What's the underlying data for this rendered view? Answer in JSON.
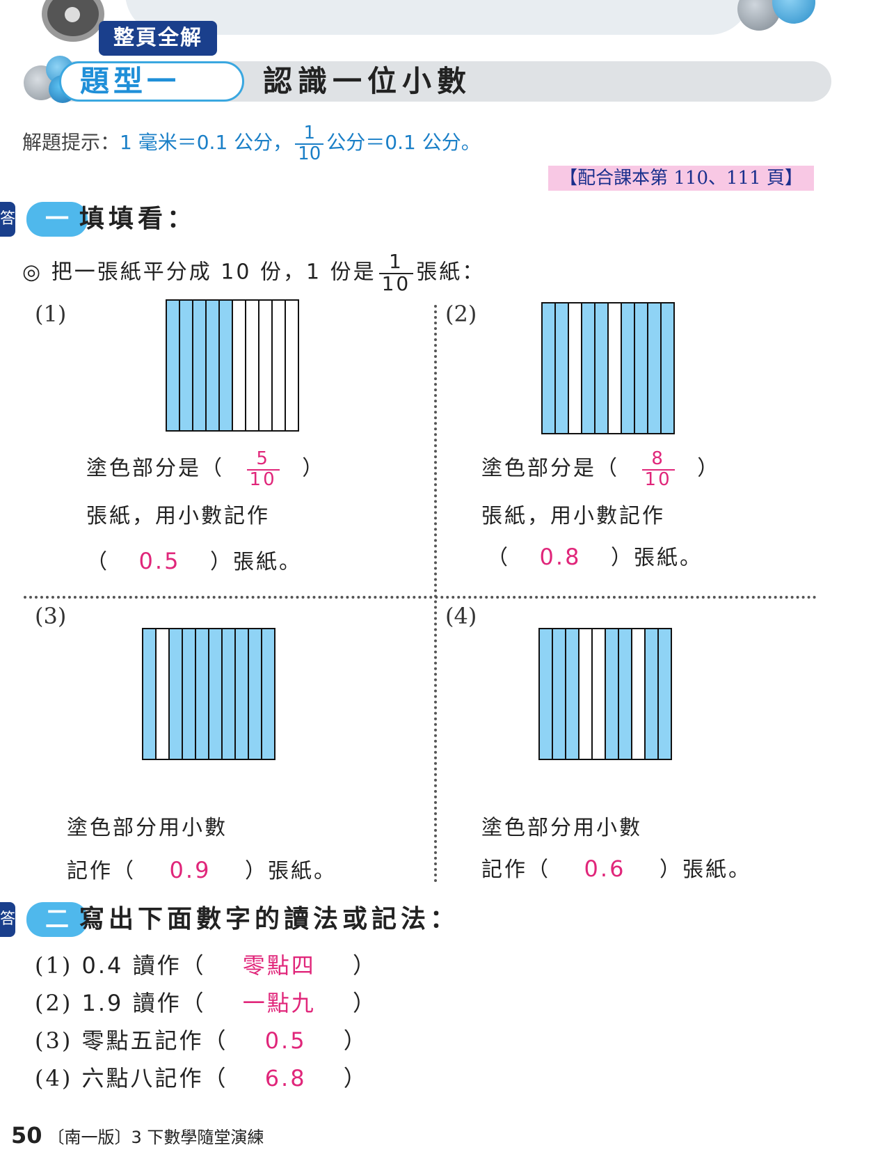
{
  "header": {
    "badge": "整頁全解",
    "topic_label": "題型一",
    "topic_title": "認識一位小數"
  },
  "hint": {
    "label": "解題提示：",
    "part1": "1 毫米＝0.1 公分，",
    "frac_n": "1",
    "frac_d": "10",
    "part2": "公分＝0.1 公分。"
  },
  "reference": "【配合課本第 110、111 頁】",
  "section1": {
    "tab": "答",
    "number": "一",
    "title": "填填看：",
    "intro_a": "◎ 把一張紙平分成 10 份，1 份是",
    "intro_frac_n": "1",
    "intro_frac_d": "10",
    "intro_b": "張紙：",
    "questions": [
      {
        "num": "(1)",
        "pattern": [
          "blue",
          "blue",
          "blue",
          "blue",
          "blue",
          "white",
          "white",
          "white",
          "white",
          "white"
        ],
        "line1": "塗色部分是（",
        "frac_n": "5",
        "frac_d": "10",
        "close1": "）",
        "line2": "張紙，用小數記作",
        "open3": "（",
        "answer": "0.5",
        "line3": "）張紙。"
      },
      {
        "num": "(2)",
        "pattern": [
          "blue",
          "blue",
          "white",
          "blue",
          "blue",
          "white",
          "blue",
          "blue",
          "blue",
          "blue"
        ],
        "line1": "塗色部分是（",
        "frac_n": "8",
        "frac_d": "10",
        "close1": "）",
        "line2": "張紙，用小數記作",
        "open3": "（",
        "answer": "0.8",
        "line3": "）張紙。"
      },
      {
        "num": "(3)",
        "pattern": [
          "blue",
          "white",
          "blue",
          "blue",
          "blue",
          "blue",
          "blue",
          "blue",
          "blue",
          "blue"
        ],
        "line1": "塗色部分用小數",
        "line2a": "記作（",
        "answer": "0.9",
        "line2b": "）張紙。"
      },
      {
        "num": "(4)",
        "pattern": [
          "blue",
          "blue",
          "blue",
          "white",
          "white",
          "blue",
          "blue",
          "white",
          "blue",
          "blue"
        ],
        "line1": "塗色部分用小數",
        "line2a": "記作（",
        "answer": "0.6",
        "line2b": "）張紙。"
      }
    ]
  },
  "section2": {
    "tab": "答",
    "number": "二",
    "title": "寫出下面數字的讀法或記法：",
    "items": [
      {
        "num": "(1)",
        "prompt": "0.4 讀作（",
        "answer": "零點四",
        "close": "）"
      },
      {
        "num": "(2)",
        "prompt": "1.9 讀作（",
        "answer": "一點九",
        "close": "）"
      },
      {
        "num": "(3)",
        "prompt": "零點五記作（",
        "answer": "0.5",
        "close": "）"
      },
      {
        "num": "(4)",
        "prompt": "六點八記作（",
        "answer": "6.8",
        "close": "）"
      }
    ]
  },
  "footer": {
    "page": "50",
    "text": "〔南一版〕3 下數學隨堂演練"
  },
  "colors": {
    "accent_blue": "#4fb8ec",
    "answer_pink": "#e0267a",
    "navy": "#1a3f8c",
    "strip_blue": "#8fd3f5"
  }
}
